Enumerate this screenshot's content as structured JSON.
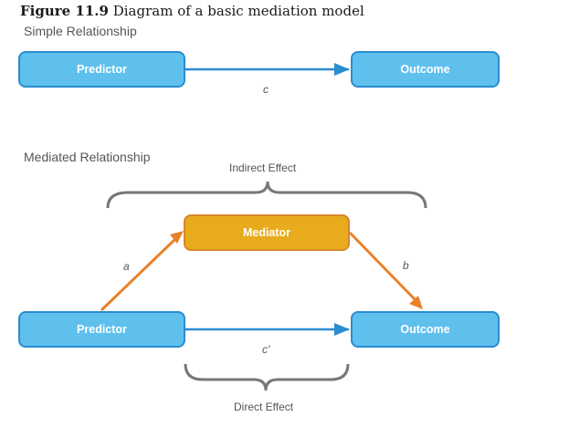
{
  "figure": {
    "label": "Figure 11.9",
    "title": "Diagram of a basic mediation model"
  },
  "simple": {
    "title": "Simple Relationship",
    "predictor": "Predictor",
    "outcome": "Outcome",
    "path_c": "c"
  },
  "mediated": {
    "title": "Mediated Relationship",
    "indirect_effect": "Indirect Effect",
    "mediator": "Mediator",
    "path_a": "a",
    "path_b": "b",
    "predictor": "Predictor",
    "outcome": "Outcome",
    "path_c_prime": "c'",
    "direct_effect": "Direct Effect"
  },
  "colors": {
    "box_blue_fill": "#5fc0ee",
    "box_blue_border": "#2a8dd0",
    "mediator_fill": "#e8ab1d",
    "arrow_blue": "#2a8dd0",
    "arrow_orange": "#e8822a",
    "brace": "#777777"
  }
}
